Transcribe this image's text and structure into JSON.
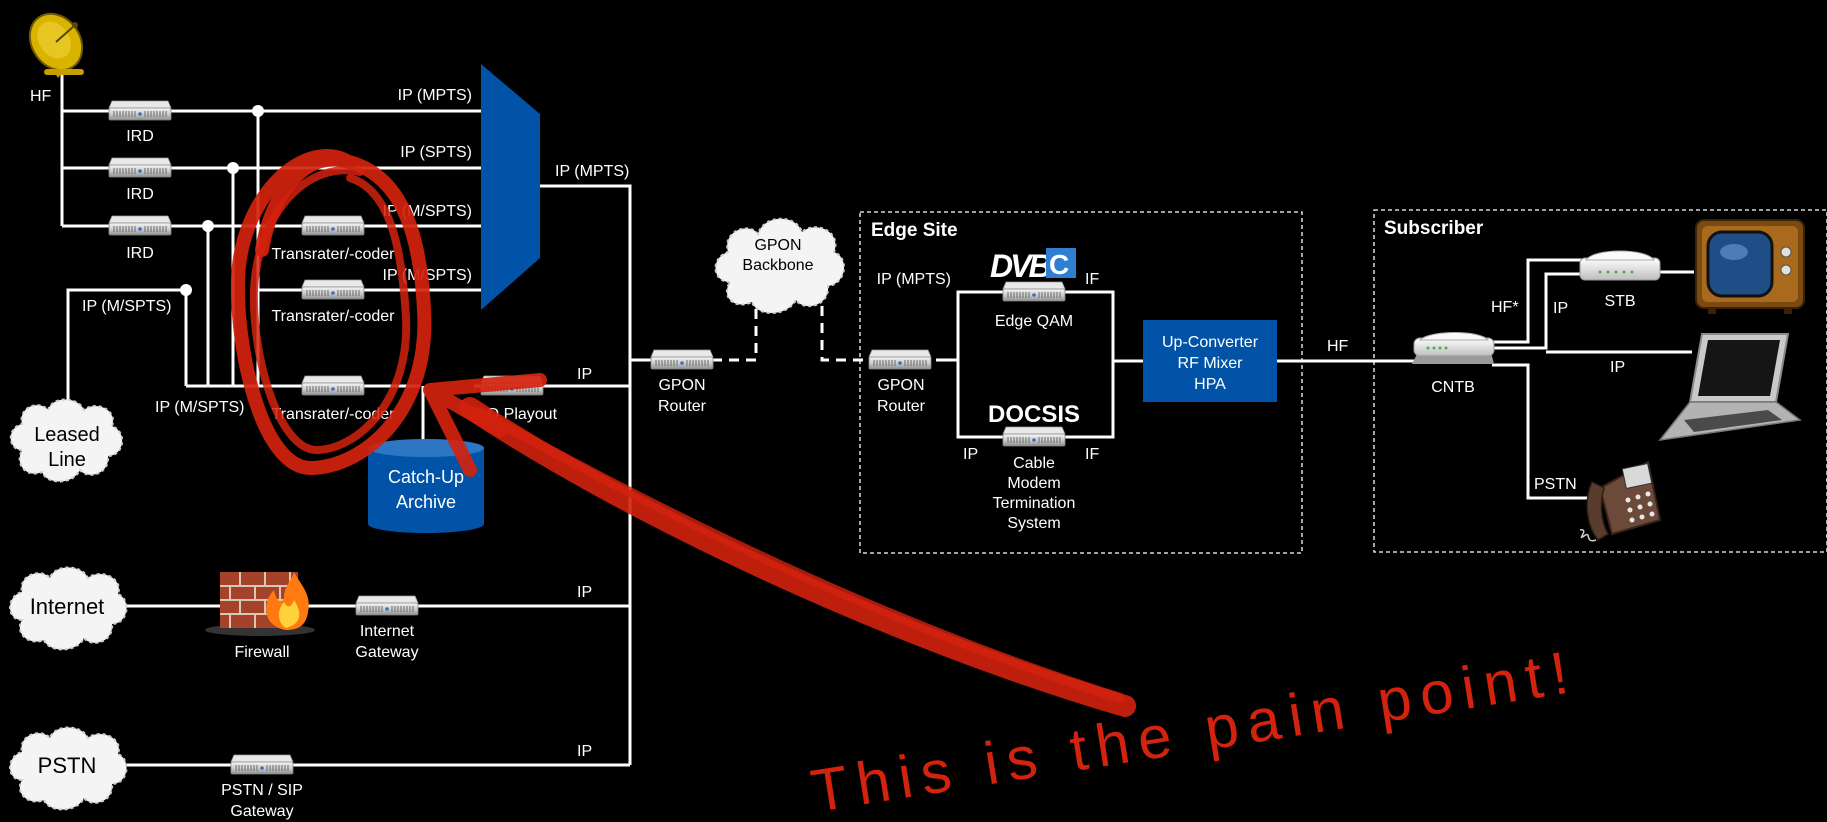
{
  "satellite_label": "HF",
  "ird": {
    "label_1": "IRD",
    "label_2": "IRD",
    "label_3": "IRD"
  },
  "streams": {
    "mpts_1": "IP (MPTS)",
    "spts": "IP (SPTS)",
    "mspts_1": "IP (M/SPTS)",
    "mspts_2": "IP (M/SPTS)",
    "leased_ip": "IP (M/SPTS)",
    "bottom_ip": "IP (M/SPTS)",
    "mux_out": "IP (MPTS)",
    "playout_ip": "IP",
    "internet_ip": "IP",
    "pstn_ip": "IP"
  },
  "transrater": {
    "label_1": "Transrater/-coder",
    "label_2": "Transrater/-coder",
    "label_3": "Transrater/-coder"
  },
  "vod_playout": "VoD Playout",
  "catchup": {
    "line1": "Catch-Up",
    "line2": "Archive"
  },
  "clouds": {
    "leased": {
      "line1": "Leased",
      "line2": "Line"
    },
    "internet": "Internet",
    "pstn": "PSTN",
    "gpon_backbone": {
      "line1": "GPON",
      "line2": "Backbone"
    }
  },
  "firewall": "Firewall",
  "internet_gateway": {
    "line1": "Internet",
    "line2": "Gateway"
  },
  "pstn_gateway": {
    "line1": "PSTN / SIP",
    "line2": "Gateway"
  },
  "gpon_router_1": {
    "line1": "GPON",
    "line2": "Router"
  },
  "edge_site": {
    "title": "Edge Site",
    "gpon_router": {
      "line1": "GPON",
      "line2": "Router"
    },
    "dvb_logo": "DVB",
    "dvb_logo_c": "C",
    "edge_qam_in": "IP (MPTS)",
    "edge_qam_out": "IF",
    "edge_qam": "Edge QAM",
    "docsis": "DOCSIS",
    "cmts_in": "IP",
    "cmts_out": "IF",
    "cmts": {
      "line1": "Cable",
      "line2": "Modem",
      "line3": "Termination",
      "line4": "System"
    },
    "upconverter": {
      "line1": "Up-Converter",
      "line2": "RF Mixer",
      "line3": "HPA"
    }
  },
  "hf_link": "HF",
  "subscriber": {
    "title": "Subscriber",
    "cntb": "CNTB",
    "stb": "STB",
    "hf_star": "HF*",
    "ip_stb": "IP",
    "ip_laptop": "IP",
    "pstn": "PSTN"
  },
  "annotation": "This is the pain point!",
  "colors": {
    "accent_blue": "#0053A6",
    "annotation_red": "#D3220E"
  }
}
